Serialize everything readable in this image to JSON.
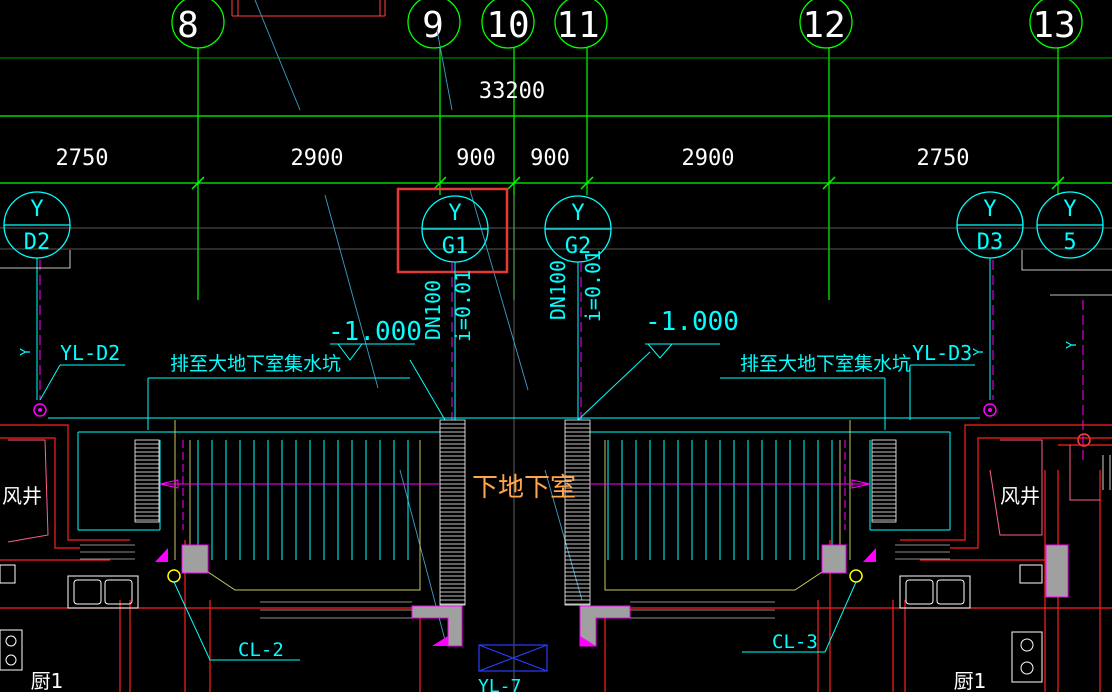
{
  "colors": {
    "background": "#000000",
    "axis": "#00ff00",
    "text": "#ffffff",
    "pipe": "#00ffff",
    "wall": "#ff0000",
    "dashed": "#ff00ff",
    "room_label": "#ffa54a",
    "highlight": "#e53935",
    "blue_symbol": "#2a3cff",
    "gray_fill": "#a0a0a0"
  },
  "axes": {
    "numbers": [
      "8",
      "9",
      "10",
      "11",
      "12",
      "13"
    ],
    "overall_dimension": "33200",
    "segment_dimensions": [
      "2750",
      "2900",
      "900",
      "900",
      "2900",
      "2750"
    ]
  },
  "pipe_tags": [
    {
      "top": "Y",
      "bottom": "D2",
      "highlighted": false
    },
    {
      "top": "Y",
      "bottom": "G1",
      "highlighted": true
    },
    {
      "top": "Y",
      "bottom": "G2",
      "highlighted": false
    },
    {
      "top": "Y",
      "bottom": "D3",
      "highlighted": false
    },
    {
      "top": "Y",
      "bottom": "5",
      "highlighted": false
    }
  ],
  "pipe_specs": [
    {
      "size": "DN100",
      "slope": "i=0.01"
    },
    {
      "size": "DN100",
      "slope": "i=0.01"
    }
  ],
  "elevations": [
    "-1.000",
    "-1.000"
  ],
  "riser_labels": [
    "YL-D2",
    "YL-D3",
    "CL-2",
    "CL-3",
    "YL-7"
  ],
  "notes": {
    "drain_left": "排至大地下室集水坑",
    "drain_right": "排至大地下室集水坑",
    "ramp": "下地下室",
    "shaft_left": "风井",
    "shaft_right": "风井",
    "kitchen_left": "厨1",
    "kitchen_right": "厨1"
  },
  "dashed_line_marks": [
    "Y",
    "Y",
    "Y"
  ]
}
